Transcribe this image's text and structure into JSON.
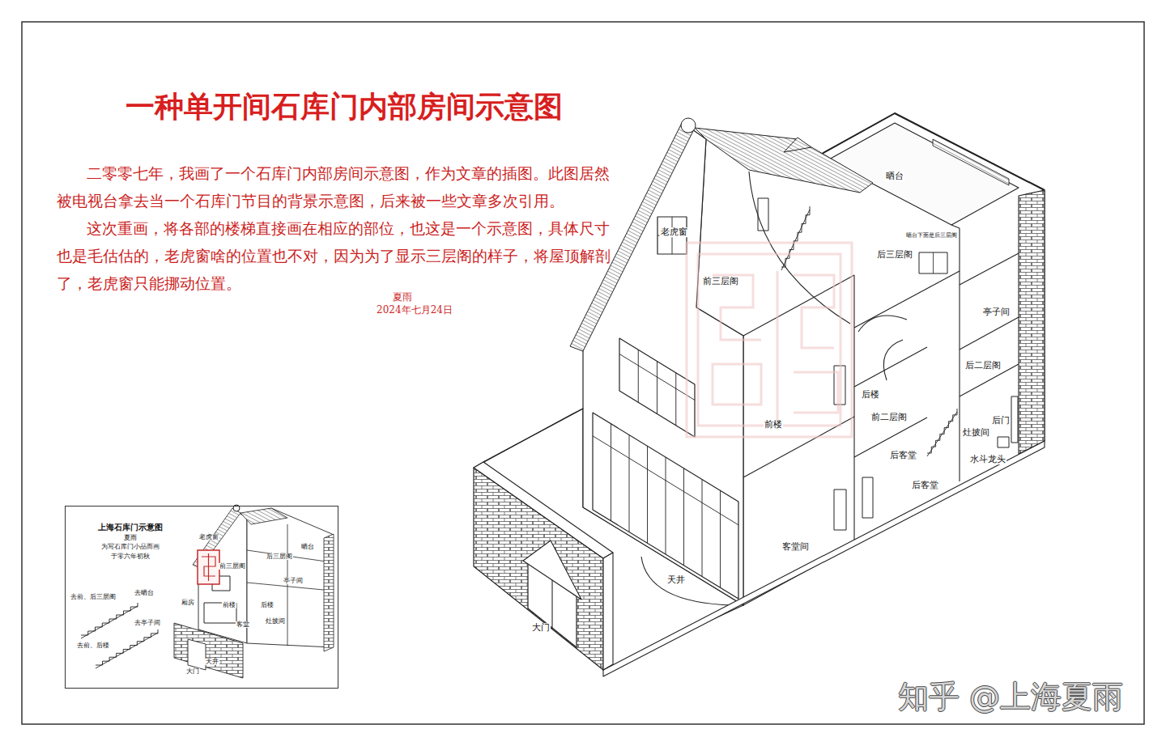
{
  "diagram": {
    "title": "一种单开间石库门内部房间示意图",
    "caption": "二零零七年，我画了一个石库门内部房间示意图，作为文章的插图。此图居然被电视台拿去当一个石库门节目的背景示意图，后来被一些文章多次引用。",
    "nodes": [
      {
        "text": [
          "上海石库门示意图",
          "夏雨",
          "为写石库门小品而画",
          "于零六年初秋"
        ]
      }
    ],
    "labels": [
      "这次重画，将各部的楼梯直接画在相应的部位，也这是一个示意图，具体尺寸也是毛估估的，老虎窗啥的位置也不对，因为为了显示三层阁的样子，将屋顶解剖了，老虎窗只能挪动位置。",
      "夏雨",
      "2024年七月24日",
      "老虎窗",
      "前三层阁",
      "晒台",
      "晒台下面是后三层阁",
      "后三层阁",
      "亭子间",
      "后二层阁",
      "后楼",
      "前二层阁",
      "前楼",
      "后客堂",
      "灶披间",
      "后门",
      "水斗龙头",
      "后客堂",
      "客堂间",
      "天井",
      "大门",
      "老虎窗",
      "前三层阁",
      "后三层阁",
      "晒台",
      "亭子间",
      "前楼",
      "后楼",
      "厢房",
      "灶披间",
      "客堂",
      "天井",
      "大门",
      "去前、后三层阁",
      "去晒台",
      "去亭子间",
      "去前、后楼",
      "知乎 @上海夏雨"
    ]
  }
}
